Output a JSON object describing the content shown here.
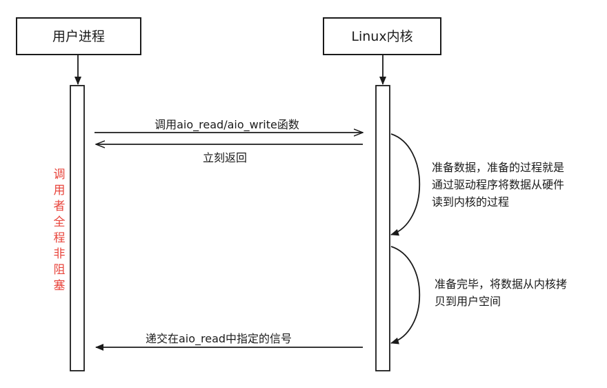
{
  "participants": {
    "user": {
      "label": "用户进程"
    },
    "kernel": {
      "label": "Linux内核"
    }
  },
  "messages": {
    "call": {
      "label": "调用aio_read/aio_write函数"
    },
    "return": {
      "label": "立刻返回"
    },
    "signal": {
      "label": "递交在aio_read中指定的信号"
    }
  },
  "notes": {
    "prepare": {
      "lines": [
        "准备数据，准备的过程就是",
        "通过驱动程序将数据从硬件",
        "读到内核的过程"
      ]
    },
    "copy": {
      "lines": [
        "准备完毕，将数据从内核拷",
        "贝到用户空间"
      ]
    }
  },
  "caller_note": {
    "chars": [
      "调",
      "用",
      "者",
      "全",
      "程",
      "非",
      "阻",
      "塞"
    ],
    "color": "#e8453c"
  },
  "colors": {
    "stroke": "#1a1a1a",
    "background": "#ffffff"
  }
}
